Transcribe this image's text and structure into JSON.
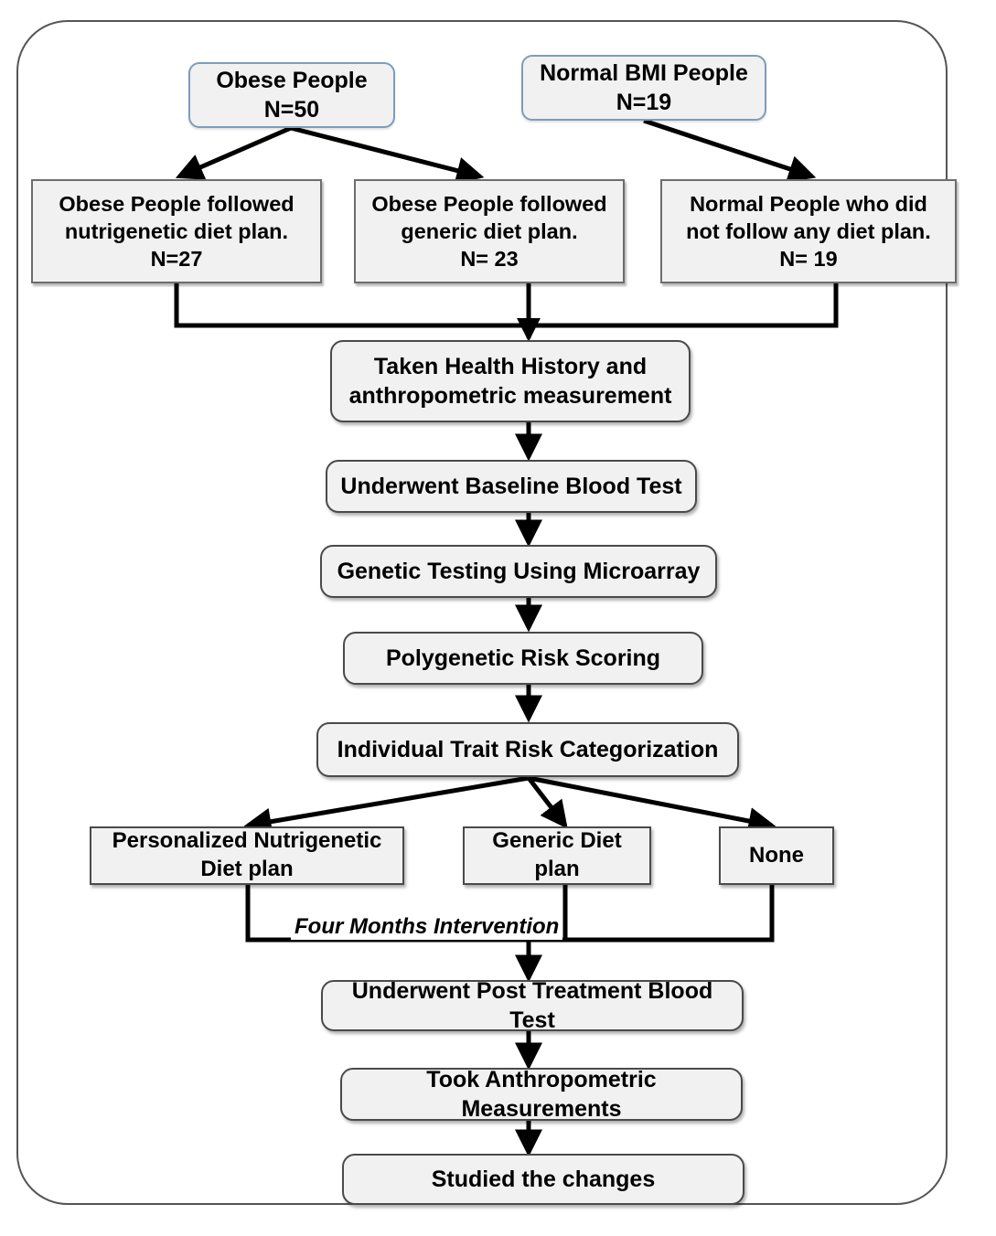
{
  "diagram": {
    "title": "Nutrigenetic Diet Intervention Study Flowchart",
    "colors": {
      "node_fill": "#f1f1f1",
      "source_border": "#7e9cbb",
      "group_border": "#6d6d6d",
      "process_border": "#4a4a4a",
      "connector": "#000000",
      "frame_border": "#555555",
      "background": "#ffffff"
    },
    "nodes": {
      "obese_people": {
        "line1": "Obese People",
        "line2": "N=50",
        "text": "Obese People\nN=50"
      },
      "normal_bmi_people": {
        "line1": "Normal BMI People",
        "line2": "N=19",
        "text": "Normal BMI People\nN=19"
      },
      "obese_nutrigenetic": {
        "line1": "Obese People followed",
        "line2": "nutrigenetic diet plan.",
        "line3": "N=27",
        "text": "Obese People followed\nnutrigenetic diet plan.\nN=27"
      },
      "obese_generic": {
        "line1": "Obese People followed",
        "line2": "generic diet plan.",
        "line3": "N= 23",
        "text": "Obese People followed\ngeneric diet plan.\nN= 23"
      },
      "normal_no_diet": {
        "line1": "Normal People who did",
        "line2": "not follow any diet plan.",
        "line3": "N= 19",
        "text": "Normal People who did\nnot follow any diet plan.\nN= 19"
      },
      "health_history": {
        "line1": "Taken Health History and",
        "line2": "anthropometric measurement",
        "text": "Taken Health History and\nanthropometric measurement"
      },
      "baseline_blood_test": {
        "text": "Underwent Baseline Blood Test"
      },
      "genetic_testing": {
        "text": "Genetic Testing Using Microarray"
      },
      "polygenetic_scoring": {
        "text": "Polygenetic Risk Scoring"
      },
      "trait_risk": {
        "text": "Individual Trait Risk Categorization"
      },
      "personalized_plan": {
        "line1": "Personalized Nutrigenetic",
        "line2": "Diet plan",
        "text": "Personalized Nutrigenetic\nDiet plan"
      },
      "generic_plan": {
        "text": "Generic Diet plan"
      },
      "none_plan": {
        "text": "None"
      },
      "post_blood_test": {
        "text": "Underwent Post Treatment Blood Test"
      },
      "anthropometric_measurements": {
        "text": "Took Anthropometric Measurements"
      },
      "studied_changes": {
        "text": "Studied the changes"
      }
    },
    "edge_labels": {
      "intervention": "Four Months Intervention"
    },
    "counts": {
      "obese_total": 50,
      "normal_total": 19,
      "obese_nutrigenetic": 27,
      "obese_generic": 23,
      "normal_control": 19
    }
  }
}
